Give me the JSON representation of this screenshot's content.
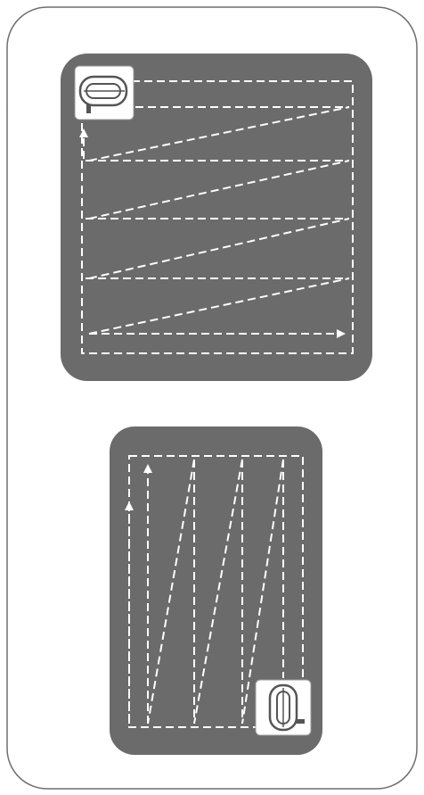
{
  "colors": {
    "background": "#ffffff",
    "frame_stroke": "#6e6e6e",
    "panel_fill": "#6b6b6b",
    "path_stroke": "#ffffff",
    "robot_tile": "#ffffff",
    "robot_stroke": "#555555"
  },
  "panels": [
    {
      "name": "horizontal-coverage-panel",
      "robot_icon": "robot-vacuum-icon",
      "pattern": "horizontal-zigzag"
    },
    {
      "name": "vertical-coverage-panel",
      "robot_icon": "robot-vacuum-icon",
      "pattern": "vertical-zigzag"
    }
  ]
}
